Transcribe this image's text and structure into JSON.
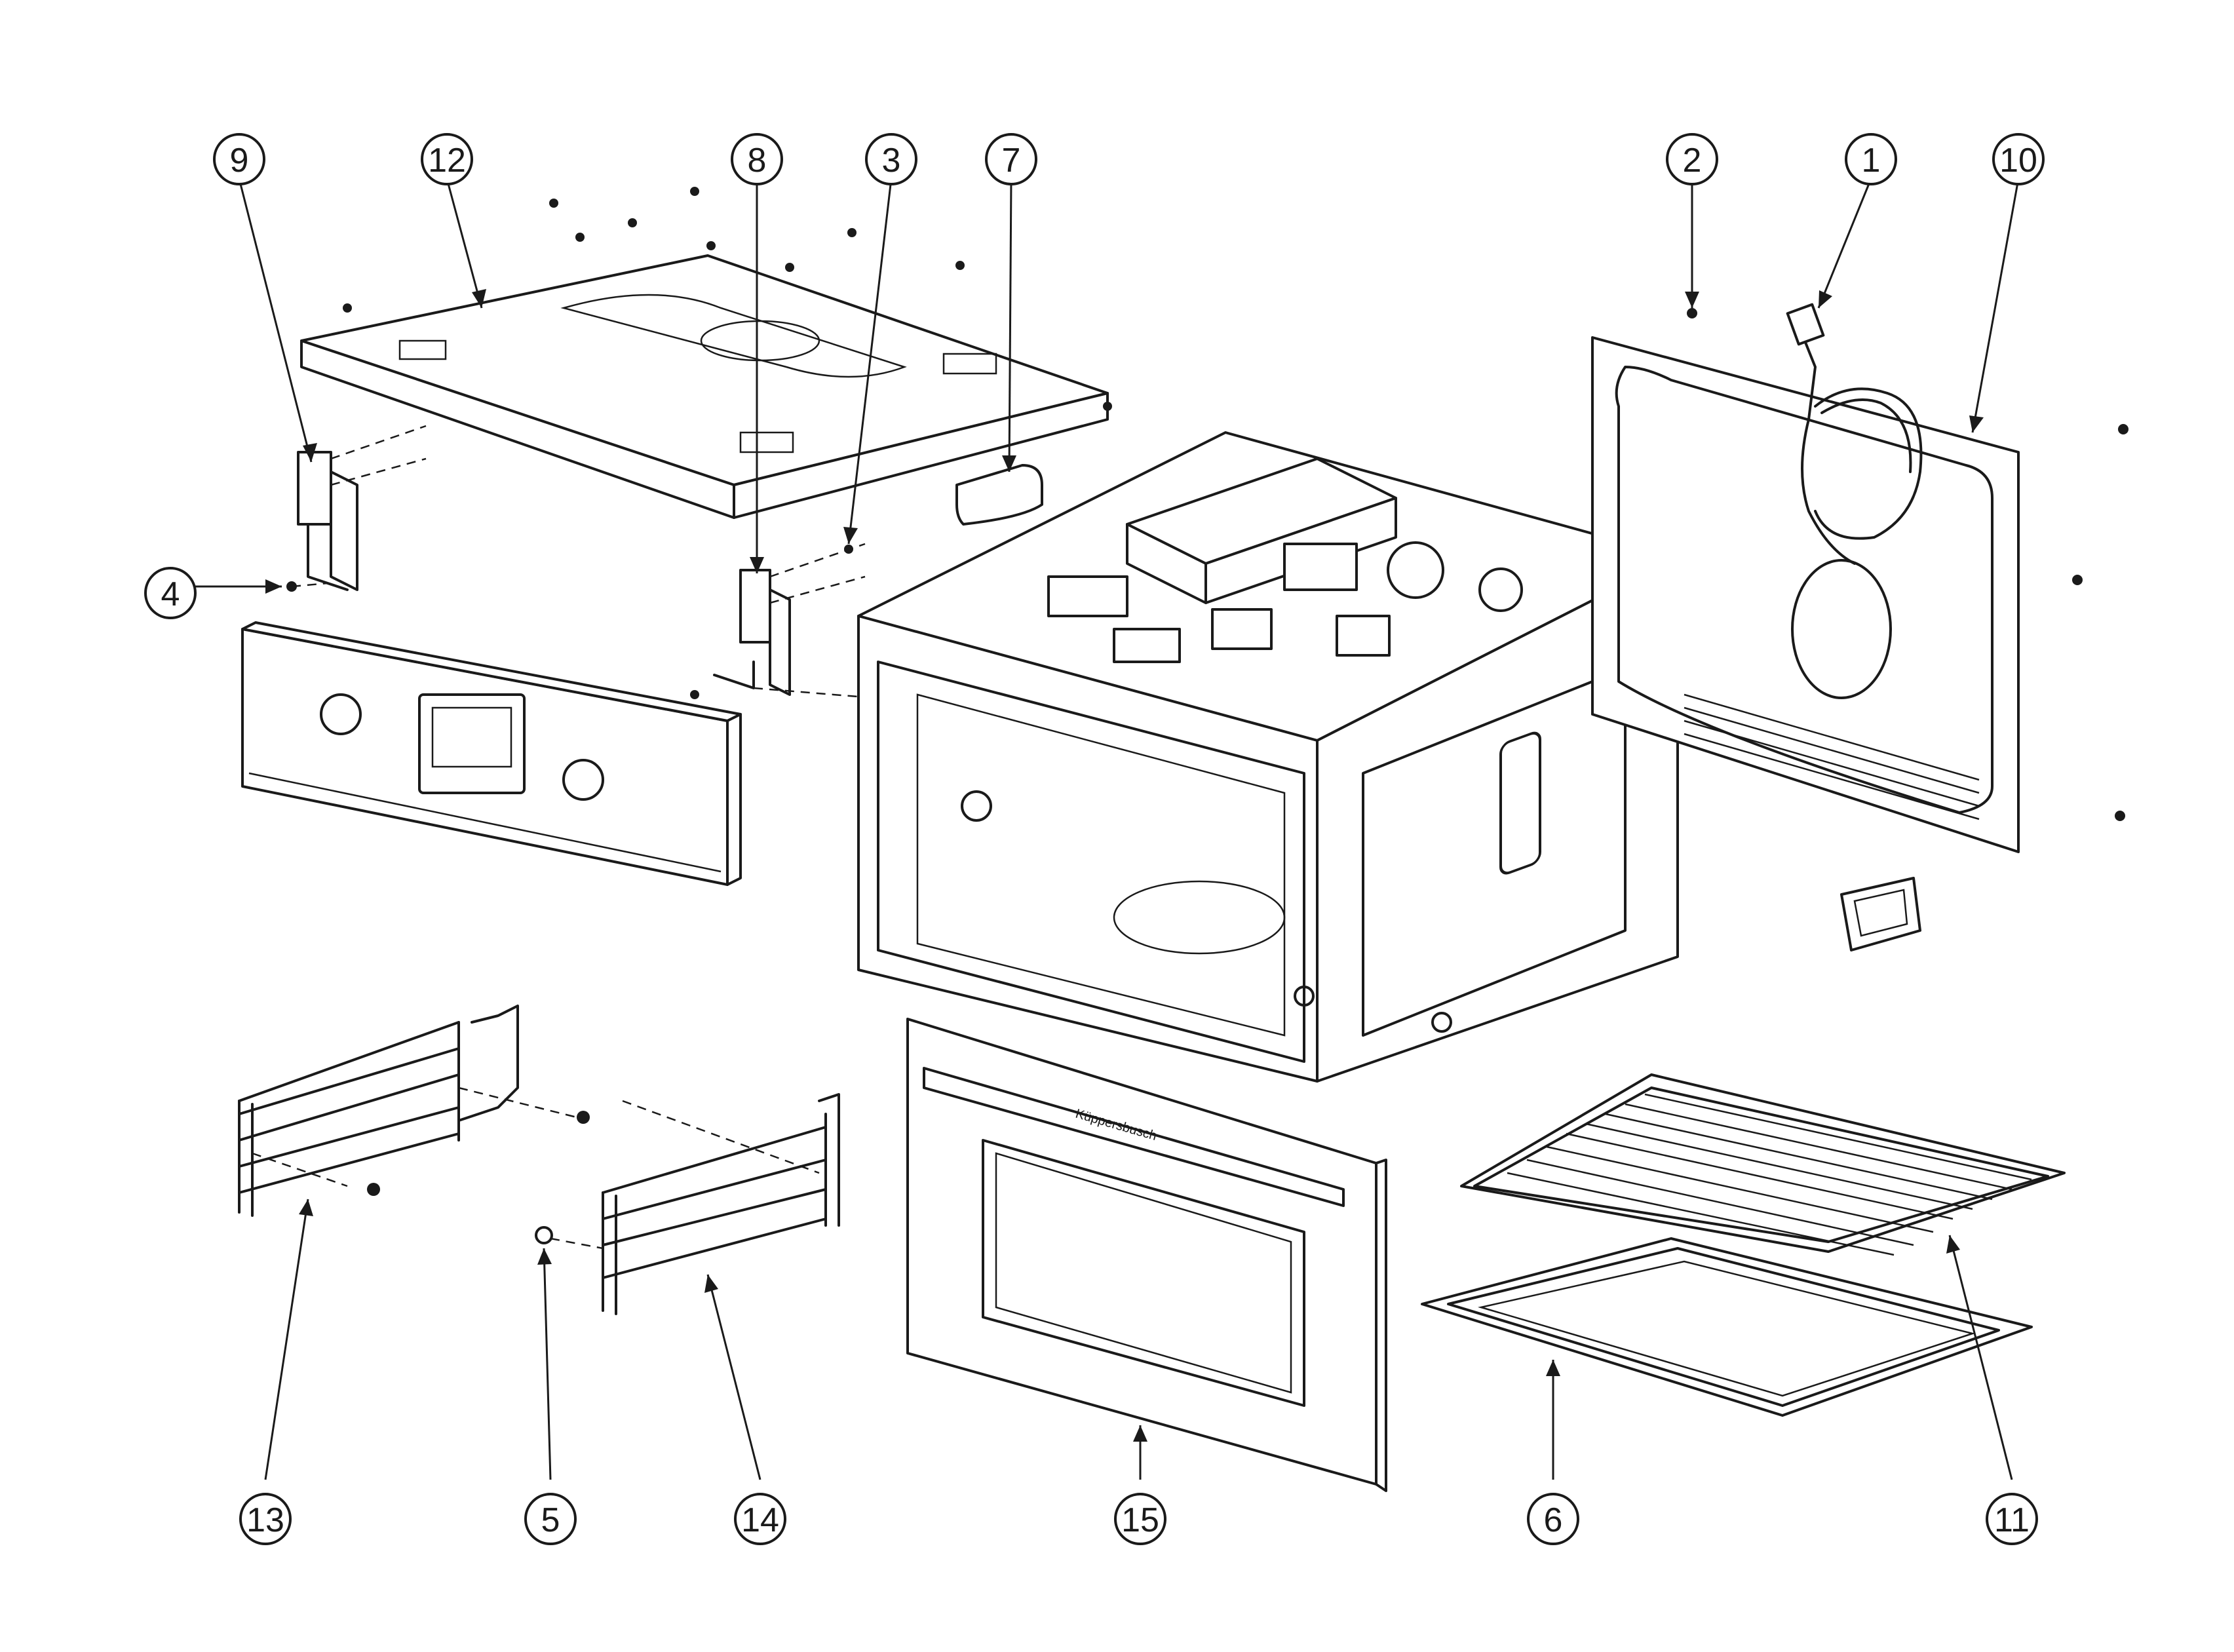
{
  "diagram": {
    "callouts": [
      {
        "id": "9",
        "label": "9"
      },
      {
        "id": "12",
        "label": "12"
      },
      {
        "id": "8",
        "label": "8"
      },
      {
        "id": "3",
        "label": "3"
      },
      {
        "id": "7",
        "label": "7"
      },
      {
        "id": "2",
        "label": "2"
      },
      {
        "id": "1",
        "label": "1"
      },
      {
        "id": "10",
        "label": "10"
      },
      {
        "id": "4",
        "label": "4"
      },
      {
        "id": "13",
        "label": "13"
      },
      {
        "id": "5",
        "label": "5"
      },
      {
        "id": "14",
        "label": "14"
      },
      {
        "id": "15",
        "label": "15"
      },
      {
        "id": "6",
        "label": "6"
      },
      {
        "id": "11",
        "label": "11"
      }
    ],
    "brand_text": "Küppersbusch"
  }
}
